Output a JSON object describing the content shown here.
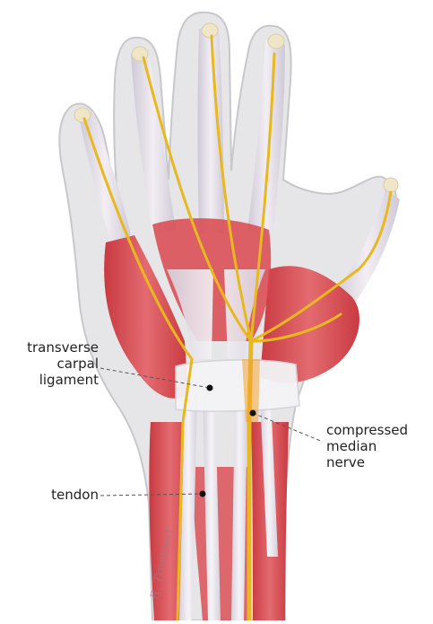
{
  "labels": {
    "transverse_carpal_ligament": [
      "transverse",
      "carpal",
      "ligament"
    ],
    "compressed_median_nerve": [
      "compressed",
      "median",
      "nerve"
    ],
    "tendon": "tendon"
  },
  "signature": "R. Trompert",
  "colors": {
    "skin": "#e6e6e8",
    "skin_outline": "#c8c8cc",
    "muscle": "#d9474d",
    "muscle_light": "#e9868a",
    "tendon": "#ece9f0",
    "nerve": "#e8b820",
    "nerve_compressed": "#f0a030",
    "ligament": "#f4f4f6",
    "bone_tip": "#efe6c8",
    "leader": "#555555"
  }
}
